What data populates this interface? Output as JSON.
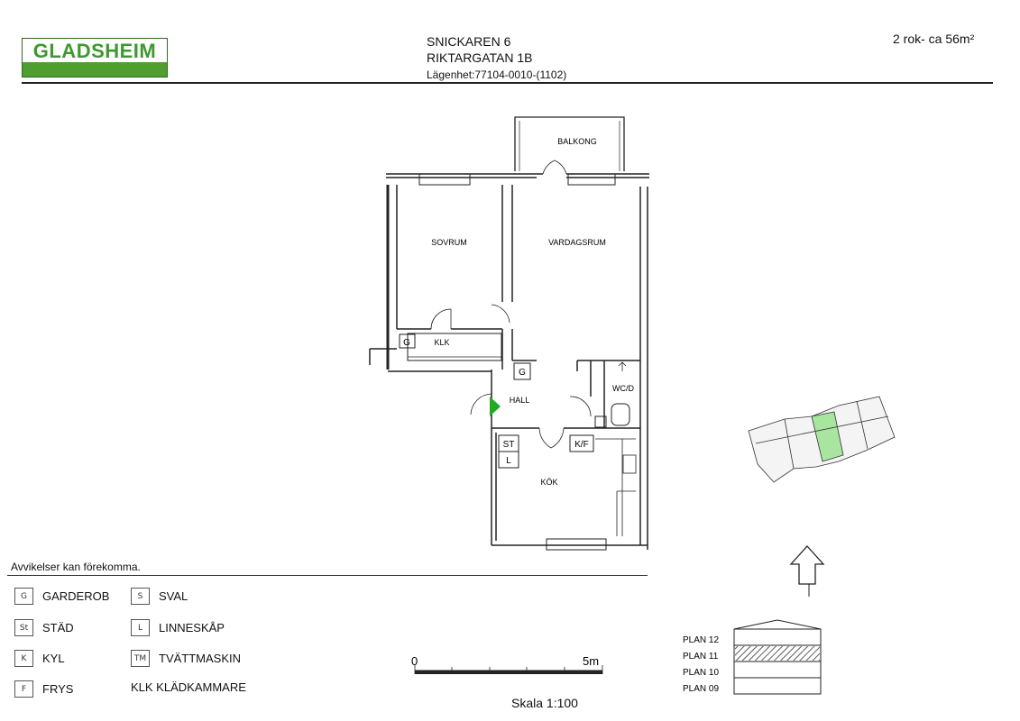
{
  "header": {
    "logo_text": "GLADSHEIM",
    "property": "SNICKAREN 6",
    "street": "RIKTARGATAN 1B",
    "apartment": "Lägenhet:77104-0010-(1102)",
    "size": "2 rok- ca 56m²"
  },
  "plan": {
    "rooms": {
      "balkong": "BALKONG",
      "sovrum": "SOVRUM",
      "vardagsrum": "VARDAGSRUM",
      "klk": "KLK",
      "hall": "HALL",
      "wcd": "WC/D",
      "kok": "KÖK"
    },
    "fixtures": {
      "g1": "G",
      "g2": "G",
      "st": "ST",
      "l": "L",
      "kf": "K/F"
    }
  },
  "disclaimer": "Avvikelser kan förekomma.",
  "legend": [
    {
      "abbr": "G",
      "label": "GARDEROB"
    },
    {
      "abbr": "St",
      "label": "STÄD"
    },
    {
      "abbr": "K",
      "label": "KYL"
    },
    {
      "abbr": "F",
      "label": "FRYS"
    },
    {
      "abbr": "S",
      "label": "SVAL"
    },
    {
      "abbr": "L",
      "label": "LINNESKÅP"
    },
    {
      "abbr": "TM",
      "label": "TVÄTTMASKIN"
    },
    {
      "abbr": "",
      "label": "KLK KLÄDKAMMARE"
    }
  ],
  "scale": {
    "start": "0",
    "end": "5m",
    "label": "Skala 1:100"
  },
  "floors": {
    "selected": "PLAN 11",
    "levels": [
      "PLAN 12",
      "PLAN 11",
      "PLAN 10",
      "PLAN 09"
    ]
  },
  "colors": {
    "brand_green": "#4f9e2f",
    "logo_text": "#3c9a2d",
    "entrance_marker": "#1faa1f",
    "highlight": "#a8e6a0"
  }
}
